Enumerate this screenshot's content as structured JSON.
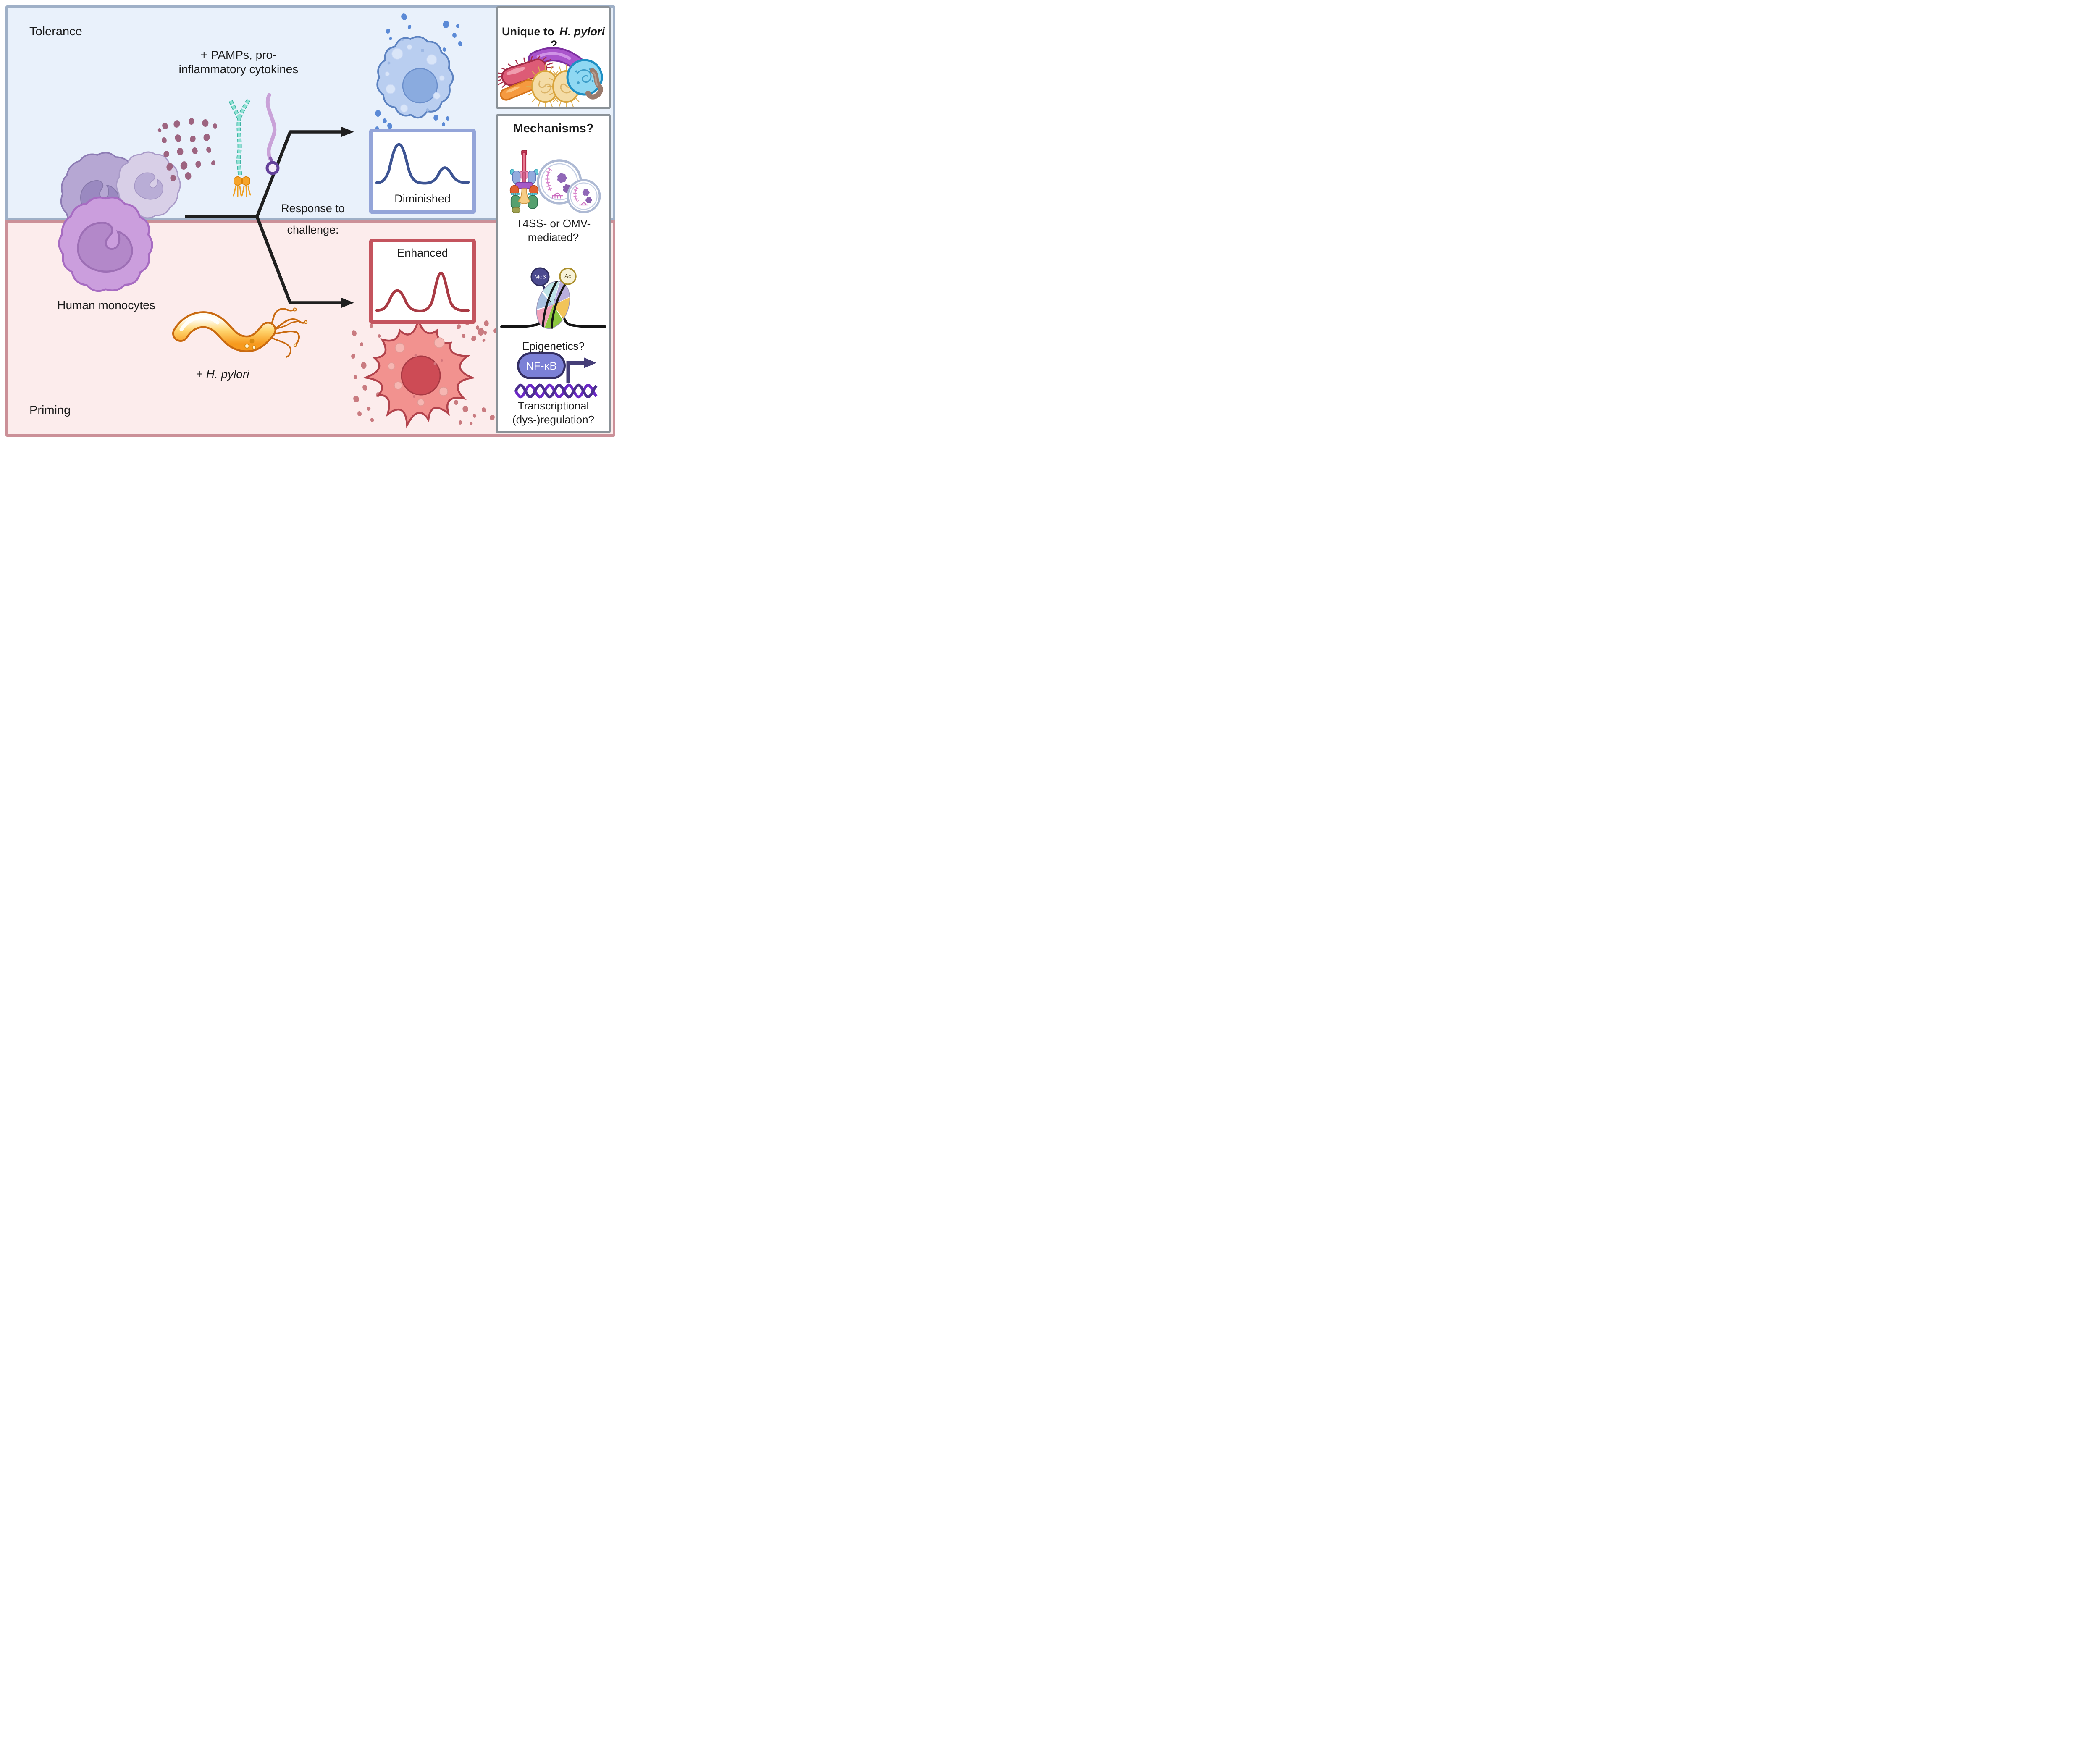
{
  "figure": {
    "tolerance_label": "Tolerance",
    "priming_label": "Priming",
    "monocytes_label": "Human monocytes",
    "pamps_line1": "+ PAMPs, pro-",
    "pamps_line2": "inflammatory cytokines",
    "hpylori_plus": "+",
    "hpylori_name": "H. pylori",
    "response_line1": "Response to",
    "response_line2": "challenge:",
    "diminished_label": "Diminished",
    "enhanced_label": "Enhanced"
  },
  "sidebar": {
    "unique_title_prefix": "Unique to",
    "unique_title_species": "H. pylori",
    "unique_title_suffix": "?",
    "mechanisms_title": "Mechanisms?",
    "t4ss_line1": "T4SS- or OMV-",
    "t4ss_line2": "mediated?",
    "epigenetics_label": "Epigenetics?",
    "me3_label": "Me3",
    "ac_label": "Ac",
    "nfkb_label": "NF-κB",
    "transcription_line1": "Transcriptional",
    "transcription_line2": "(dys-)regulation?"
  },
  "colors": {
    "tolerance_bg": "#e9f1fb",
    "tolerance_border": "#9fb0c7",
    "priming_bg": "#fcecec",
    "priming_border": "#cb9098",
    "sidebar_border": "#8b9298",
    "diminished_accent": "#94a5d9",
    "diminished_curve": "#3d5493",
    "enhanced_accent": "#c4545e",
    "enhanced_curve": "#a93a44",
    "arrow": "#1f1f1f"
  }
}
